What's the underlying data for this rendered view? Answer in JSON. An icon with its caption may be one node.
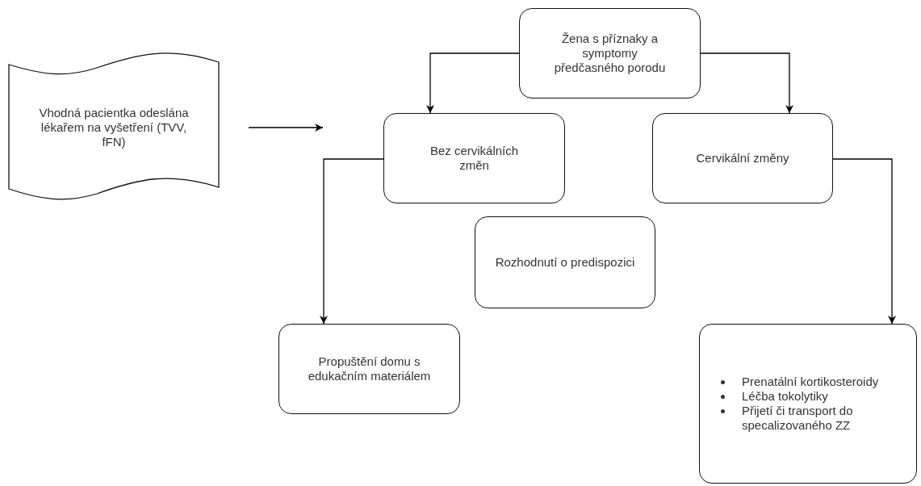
{
  "diagram": {
    "nodes": [
      {
        "text": [
          "Vhodná pacientka odeslána lékařem na vyšetření (TVV, fFN)"
        ]
      },
      {
        "text": [
          "Žena s příznaky a symptomy předčasného porodu"
        ]
      },
      {
        "text": [
          "Bez cervikálních změn"
        ]
      },
      {
        "text": [
          "Cervikální změny"
        ]
      },
      {
        "text": [
          "Rozhodnutí o predispozici"
        ]
      },
      {
        "text": [
          "Propuštění domu s edukačním materiálem"
        ]
      },
      {
        "text": [
          "Prenatální kortikosteroidy",
          "Léčba tokolytiky",
          "Přijetí či transport do specalizovaného ZZ"
        ]
      }
    ],
    "edges": [
      {
        "from": 1,
        "to": 2,
        "arrow": "to"
      },
      {
        "from": 1,
        "to": 3,
        "arrow": "to"
      },
      {
        "from": 2,
        "to": 5,
        "arrow": "to"
      },
      {
        "from": 3,
        "to": 6,
        "arrow": "to"
      },
      {
        "from": 0,
        "to": 2,
        "arrow": "to"
      }
    ]
  }
}
